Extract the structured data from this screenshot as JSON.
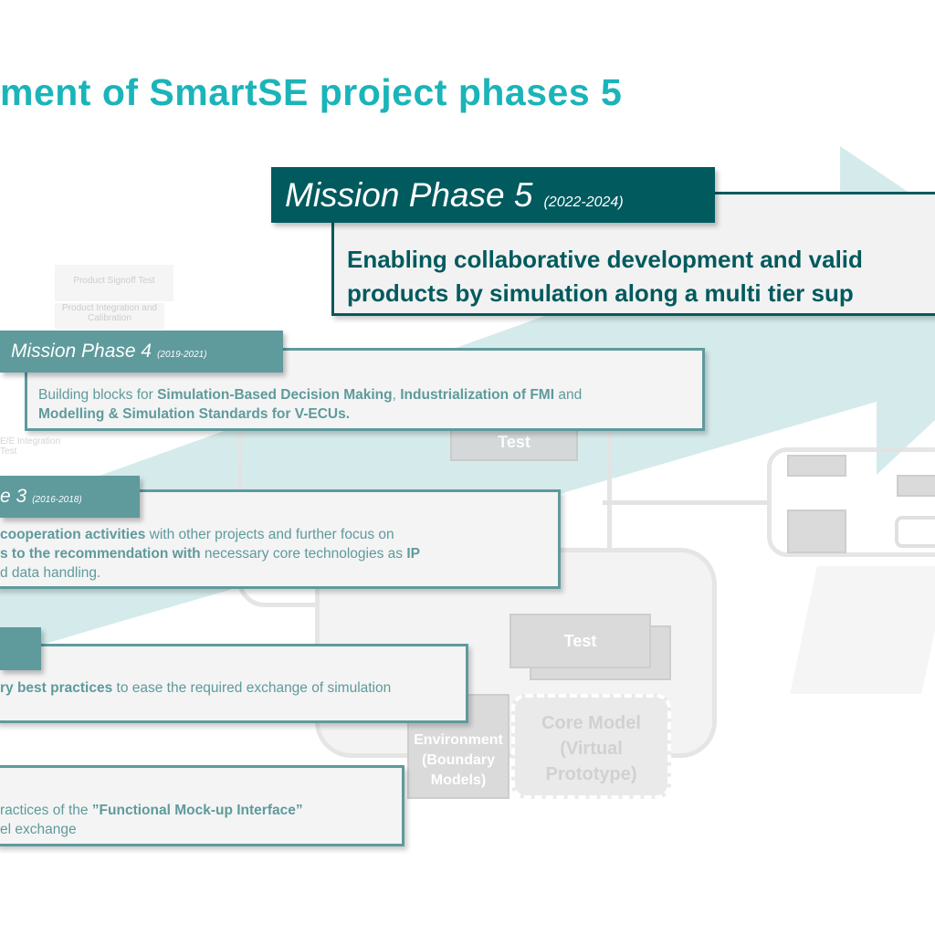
{
  "title": "ment of SmartSE project phases 5",
  "colors": {
    "title": "#1ab4b9",
    "phase5": "#005a5e",
    "phase_older": "#5f9a9c",
    "arrow": "#d5ebeb"
  },
  "background_diagram": {
    "labels": [
      "Product Signoff Test",
      "Product Integration and Calibration",
      "E/E Integration Test",
      "Test",
      "Test",
      "Core Model (Virtual Prototype)",
      "Environment (Boundary Models)"
    ]
  },
  "phases": {
    "p5": {
      "title": "Mission Phase 5",
      "years": "(2022-2024)",
      "line1": "Enabling collaborative development and valid",
      "line2": "products by simulation along a multi tier sup"
    },
    "p4": {
      "title": "Mission Phase 4",
      "years": "(2019-2021)",
      "a": "Building blocks for ",
      "b": "Simulation-Based Decision Making",
      "c": ", ",
      "d": "Industrialization of FMI",
      "e": " and",
      "f": "Modelling & Simulation Standards for V-ECUs."
    },
    "p3": {
      "title": "e 3",
      "years": "(2016-2018)",
      "a": "cooperation activities",
      "b": " with other projects and further focus on",
      "c": "s to the recommendation with",
      "d": " necessary core technologies as ",
      "e": "IP",
      "f": "d data handling."
    },
    "p2": {
      "a": "ry best practices",
      "b": " to ease the required exchange of simulation"
    },
    "p1": {
      "a": "ractices of the ",
      "b": "”Functional Mock-up Interface”",
      "c": "el exchange"
    }
  }
}
